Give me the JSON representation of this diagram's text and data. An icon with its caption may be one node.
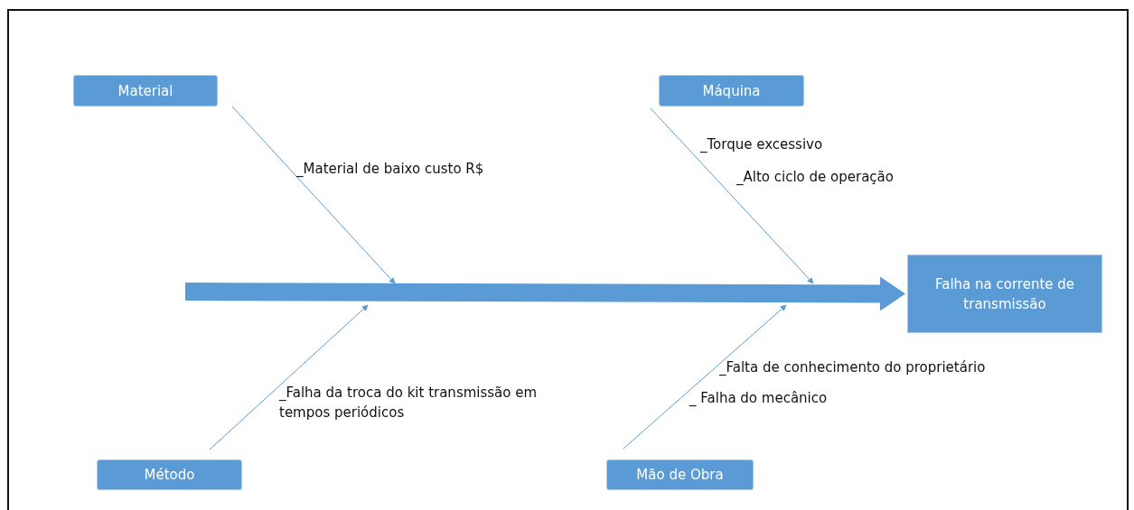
{
  "diagram": {
    "nodes": [
      {
        "text": [
          "Material"
        ]
      },
      {
        "text": [
          "Máquina"
        ]
      },
      {
        "text": [
          "Falha na corrente de transmissão"
        ]
      },
      {
        "text": [
          "Método"
        ]
      },
      {
        "text": [
          "Mão de Obra"
        ]
      }
    ],
    "edges": [
      {
        "from": null,
        "to": 2,
        "arrow": "to",
        "style": "thick"
      },
      {
        "from": 0,
        "to": null,
        "arrow": "to"
      },
      {
        "from": 1,
        "to": null,
        "arrow": "to"
      },
      {
        "from": 3,
        "to": null,
        "arrow": "to"
      },
      {
        "from": 4,
        "to": null,
        "arrow": "to"
      }
    ],
    "labels": [
      "_Material de baixo custo R$",
      "_Torque excessivo",
      "_Alto ciclo de operação",
      "_Falta de conhecimento do proprietário",
      "_Falha da troca do kit transmissão em tempos periódicos",
      "_ Falha do mecânico"
    ]
  }
}
